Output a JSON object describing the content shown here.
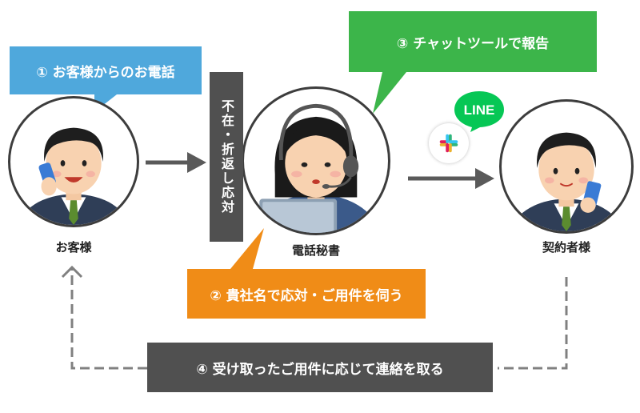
{
  "nodes": {
    "customer": {
      "label": "お客様"
    },
    "secretary": {
      "label": "電話秘書"
    },
    "contractor": {
      "label": "契約者様"
    }
  },
  "steps": {
    "step1": "① お客様からのお電話",
    "step2": "② 貴社名で応対・ご用件を伺う",
    "step3": "③ チャットツールで報告",
    "step4": "④ 受け取ったご用件に応じて連絡を取る"
  },
  "absence_box": "不在・折返し応対",
  "tools": {
    "line_logo": "LINE",
    "slack_icon": "slack-icon"
  },
  "colors": {
    "blue": "#4fa8dc",
    "green": "#3cb54a",
    "orange": "#f08c17",
    "dark": "#505050",
    "line_green": "#06c755"
  }
}
